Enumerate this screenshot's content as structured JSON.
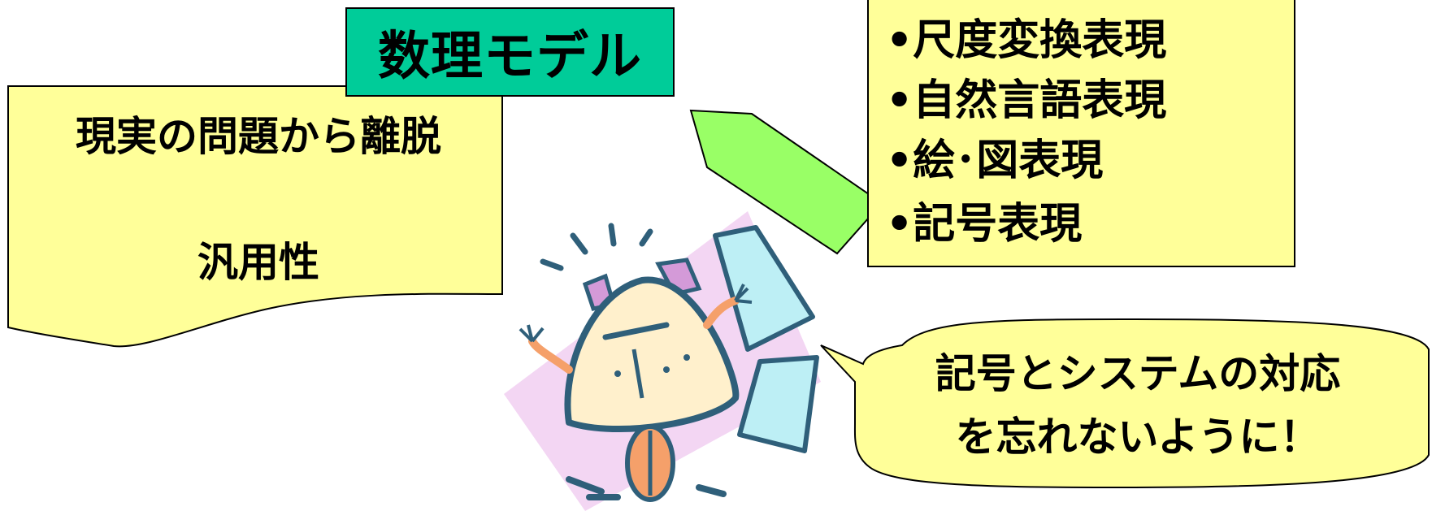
{
  "title": "数理モデル",
  "document_box": {
    "line1": "現実の問題から離脱",
    "line2": "汎用性"
  },
  "representation_list": {
    "items": [
      "•尺度変換表現",
      "•自然言語表現",
      "•絵･図表現",
      "•記号表現"
    ]
  },
  "speech_bubble": {
    "line1": "記号とシステムの対応",
    "line2": "を忘れないように！"
  },
  "colors": {
    "title_fill": "#00cc99",
    "note_fill": "#ffff99",
    "arrow_fill": "#99ff66",
    "bubble_fill": "#ffff99"
  },
  "icons": [
    "panicking-alarm-clock-clipart",
    "flying-papers-clipart"
  ]
}
